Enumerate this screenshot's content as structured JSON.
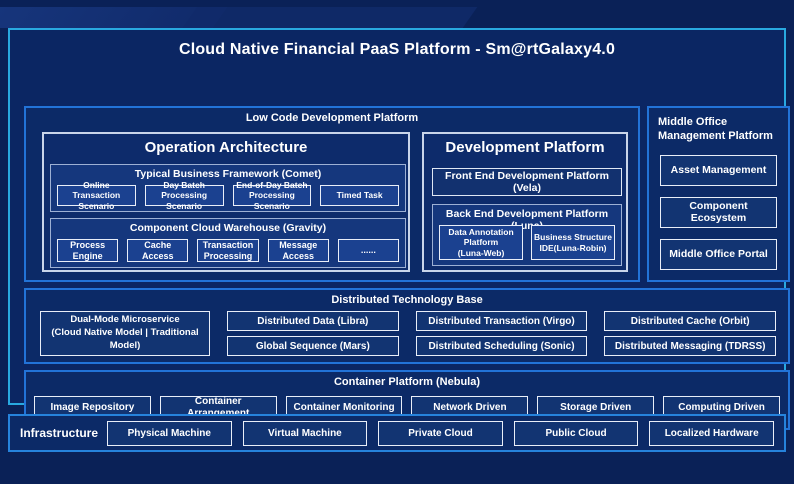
{
  "title": "Cloud Native Financial PaaS Platform - Sm@rtGalaxy4.0",
  "colors": {
    "background": "#0a2157",
    "outer_border": "#29a9e0",
    "section_border": "#2273d8",
    "item_border": "#e9eef8"
  },
  "low_code": {
    "label": "Low Code Development Platform",
    "operation": {
      "title": "Operation Architecture",
      "comet": {
        "title": "Typical Business Framework (Comet)",
        "items": [
          "Online Transaction Scenario",
          "Day Batch Processing Scenario",
          "End-of-Day Batch Processing Scenario",
          "Timed Task"
        ]
      },
      "gravity": {
        "title": "Component Cloud Warehouse (Gravity)",
        "items": [
          "Process Engine",
          "Cache Access",
          "Transaction Processing",
          "Message Access",
          "......"
        ]
      }
    },
    "development": {
      "title": "Development Platform",
      "front_end": "Front End Development Platform (Vela)",
      "back_end": {
        "title": "Back End Development Platform (Luna)",
        "items": [
          "Data Annotation Platform\n(Luna-Web)",
          "Business Structure\nIDE(Luna-Robin)"
        ]
      }
    }
  },
  "middle_office": {
    "title": "Middle Office Management Platform",
    "items": [
      "Asset Management",
      "Component Ecosystem",
      "Middle Office Portal"
    ]
  },
  "distributed": {
    "title": "Distributed Technology Base",
    "dual_mode": "Dual-Mode Microservice\n(Cloud Native Model | Traditional Model)",
    "columns": [
      [
        "Distributed Data (Libra)",
        "Global Sequence (Mars)"
      ],
      [
        "Distributed Transaction (Virgo)",
        "Distributed Scheduling (Sonic)"
      ],
      [
        "Distributed Cache (Orbit)",
        "Distributed Messaging (TDRSS)"
      ]
    ]
  },
  "container_platform": {
    "title": "Container Platform (Nebula)",
    "items": [
      "Image Repository",
      "Container Arrangement",
      "Container Monitoring",
      "Network Driven",
      "Storage Driven",
      "Computing Driven"
    ]
  },
  "infrastructure": {
    "label": "Infrastructure",
    "items": [
      "Physical Machine",
      "Virtual Machine",
      "Private Cloud",
      "Public Cloud",
      "Localized Hardware"
    ]
  }
}
